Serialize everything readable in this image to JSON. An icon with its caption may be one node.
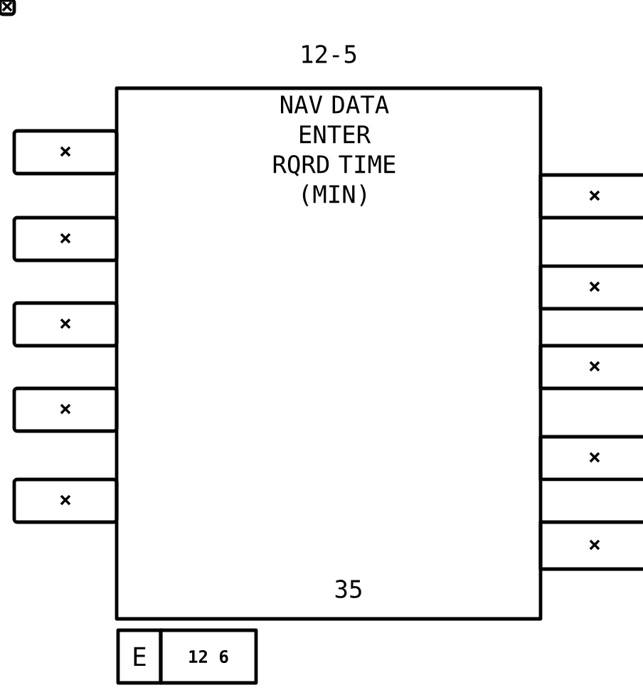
{
  "diagram": {
    "title": "12-5",
    "nodes": [
      {
        "text": [
          "NAV DATA ENTER RQRD TIME (MIN)",
          "35"
        ]
      },
      {
        "text": [
          "×"
        ]
      },
      {
        "text": [
          "×"
        ]
      },
      {
        "text": [
          "×"
        ]
      },
      {
        "text": [
          "×"
        ]
      },
      {
        "text": [
          "×"
        ]
      },
      {
        "text": [
          "×"
        ]
      },
      {
        "text": [
          "×"
        ]
      },
      {
        "text": [
          "×"
        ]
      },
      {
        "text": [
          "×"
        ]
      },
      {
        "text": [
          "×"
        ]
      },
      {
        "text": [
          "×"
        ]
      },
      {
        "text": [
          "E"
        ]
      },
      {
        "text": [
          "12 6"
        ]
      }
    ],
    "edges": []
  }
}
